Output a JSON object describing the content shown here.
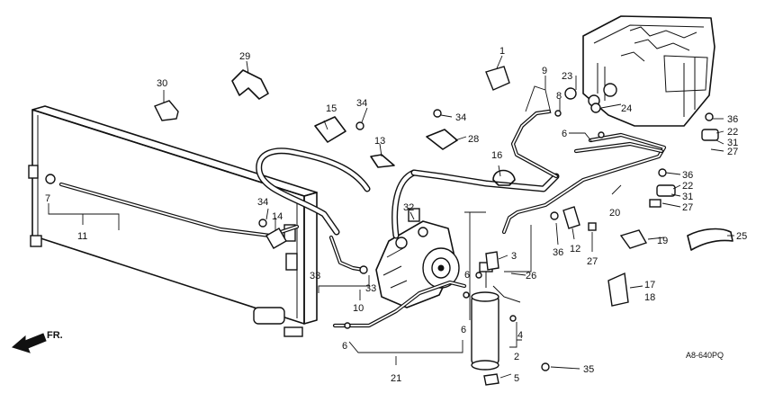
{
  "diagram_code": "A8-640PQ",
  "direction_label": "FR.",
  "callouts": [
    {
      "id": "c1",
      "label": "1"
    },
    {
      "id": "c2",
      "label": "2"
    },
    {
      "id": "c3",
      "label": "3"
    },
    {
      "id": "c4",
      "label": "4"
    },
    {
      "id": "c5",
      "label": "5"
    },
    {
      "id": "c6a",
      "label": "6"
    },
    {
      "id": "c6b",
      "label": "6"
    },
    {
      "id": "c6c",
      "label": "6"
    },
    {
      "id": "c6d",
      "label": "6"
    },
    {
      "id": "c7",
      "label": "7"
    },
    {
      "id": "c8",
      "label": "8"
    },
    {
      "id": "c9",
      "label": "9"
    },
    {
      "id": "c10",
      "label": "10"
    },
    {
      "id": "c11",
      "label": "11"
    },
    {
      "id": "c12",
      "label": "12"
    },
    {
      "id": "c13",
      "label": "13"
    },
    {
      "id": "c14",
      "label": "14"
    },
    {
      "id": "c15",
      "label": "15"
    },
    {
      "id": "c16",
      "label": "16"
    },
    {
      "id": "c17",
      "label": "17"
    },
    {
      "id": "c18",
      "label": "18"
    },
    {
      "id": "c19",
      "label": "19"
    },
    {
      "id": "c20",
      "label": "20"
    },
    {
      "id": "c21",
      "label": "21"
    },
    {
      "id": "c22a",
      "label": "22"
    },
    {
      "id": "c22b",
      "label": "22"
    },
    {
      "id": "c23",
      "label": "23"
    },
    {
      "id": "c24",
      "label": "24"
    },
    {
      "id": "c25",
      "label": "25"
    },
    {
      "id": "c26",
      "label": "26"
    },
    {
      "id": "c27a",
      "label": "27"
    },
    {
      "id": "c27b",
      "label": "27"
    },
    {
      "id": "c27c",
      "label": "27"
    },
    {
      "id": "c28",
      "label": "28"
    },
    {
      "id": "c29",
      "label": "29"
    },
    {
      "id": "c30",
      "label": "30"
    },
    {
      "id": "c31a",
      "label": "31"
    },
    {
      "id": "c31b",
      "label": "31"
    },
    {
      "id": "c32",
      "label": "32"
    },
    {
      "id": "c33a",
      "label": "33"
    },
    {
      "id": "c33b",
      "label": "33"
    },
    {
      "id": "c34a",
      "label": "34"
    },
    {
      "id": "c34b",
      "label": "34"
    },
    {
      "id": "c34c",
      "label": "34"
    },
    {
      "id": "c35",
      "label": "35"
    },
    {
      "id": "c36a",
      "label": "36"
    },
    {
      "id": "c36b",
      "label": "36"
    },
    {
      "id": "c36c",
      "label": "36"
    }
  ]
}
